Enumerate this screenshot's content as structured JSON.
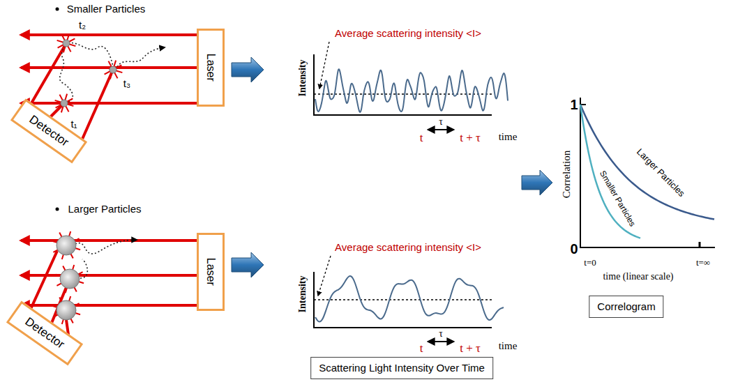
{
  "diagram": {
    "nodes": [
      {
        "text": [
          "Laser"
        ]
      },
      {
        "text": [
          "Detector"
        ]
      },
      {
        "text": [
          "Laser"
        ]
      },
      {
        "text": [
          "Detector"
        ]
      },
      {
        "text": [
          "Scattering Light Intensity Over Time"
        ]
      },
      {
        "text": [
          "Correlogram"
        ]
      }
    ],
    "labels": [
      "Smaller Particles",
      "t₂",
      "t₃",
      "t₁",
      "Larger Particles",
      "Average scattering intensity <I>",
      "Intensity",
      "t",
      "τ",
      "t + τ",
      "time",
      "Average scattering intensity <I>",
      "Intensity",
      "t",
      "τ",
      "t + τ",
      "time",
      "Correlation",
      "1",
      "0",
      "Larger Particles",
      "Smaller Particles",
      "t=0",
      "t=∞",
      "time (linear scale)"
    ]
  }
}
